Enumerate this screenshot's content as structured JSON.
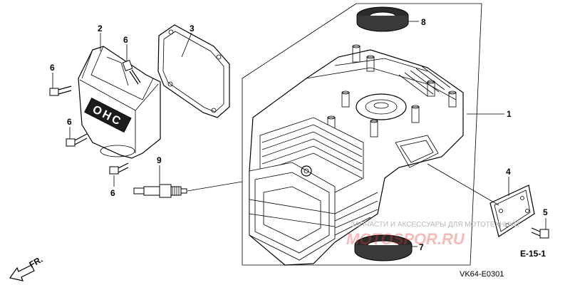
{
  "callouts": {
    "c1": "1",
    "c2": "2",
    "c3": "3",
    "c4": "4",
    "c5": "5",
    "c6a": "6",
    "c6b": "6",
    "c6c": "6",
    "c6d": "6",
    "c7": "7",
    "c8": "8",
    "c9": "9"
  },
  "cover_lettering": "OHC",
  "front_marker": "FR.",
  "section_ref": "E-15-1",
  "drawing_code": "VK64-E0301",
  "watermark": {
    "caption": "ЗАПЧАСТИ И АКСЕССУАРЫ ДЛЯ МОТОТЕХНИКИ",
    "logo": "MOTOSPOR.RU"
  },
  "colors": {
    "line": "#000000",
    "background": "#ffffff",
    "watermark_logo": "#e53935",
    "watermark_text": "#b9b9b9"
  }
}
